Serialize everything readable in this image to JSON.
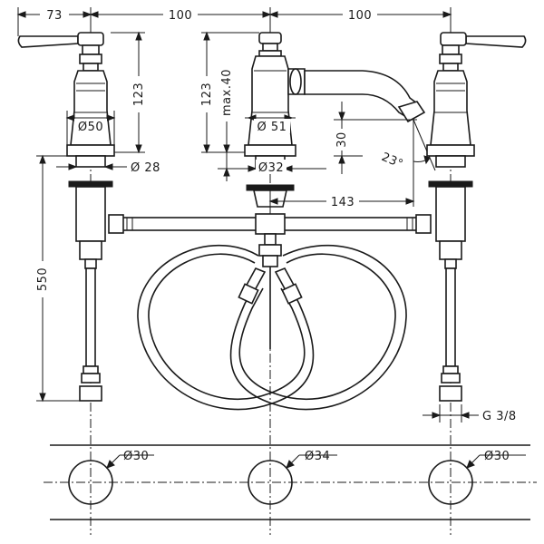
{
  "drawing": {
    "top": {
      "handle_spread_left": "73",
      "spacing_left": "100",
      "spacing_right": "100"
    },
    "left_valve": {
      "height": "123",
      "escutcheon_diameter": "Ø50",
      "shank_diameter": "Ø 28",
      "shank_length": "550"
    },
    "spout": {
      "height": "123",
      "max_height": "max.40",
      "escutcheon_diameter": "Ø 51",
      "shank_diameter": "Ø32",
      "outlet_height": "30",
      "projection": "143",
      "angle": "23°"
    },
    "right_valve": {
      "connection_thread": "G 3/8"
    },
    "cutouts": {
      "left_hole": "Ø30",
      "center_hole": "Ø34",
      "right_hole": "Ø30"
    }
  }
}
